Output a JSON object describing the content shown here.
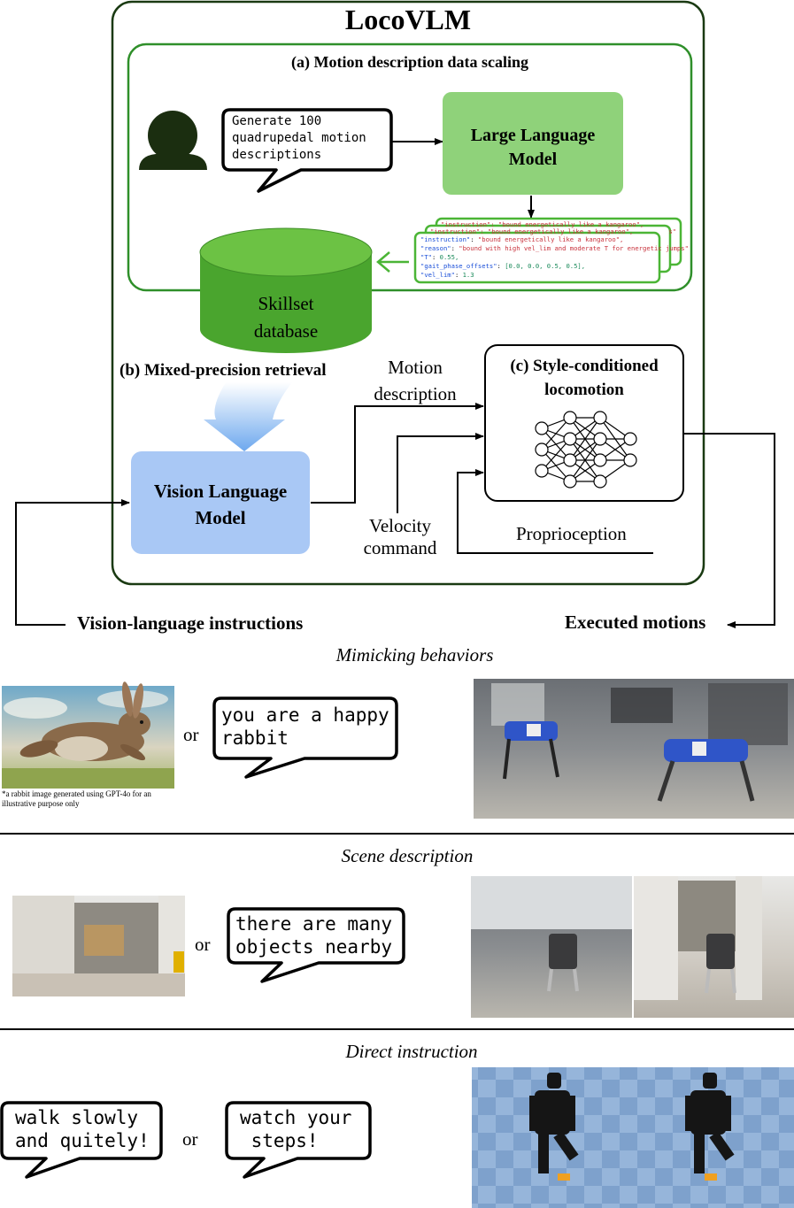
{
  "title": "LocoVLM",
  "section_a": {
    "heading": "(a) Motion description data scaling",
    "prompt_bubble": "Generate 100\nquadrupedal motion\ndescriptions",
    "llm_label": "Large Language\nModel",
    "json_back1": "\"instruction\": \"bound energetically like a kangaroo\",",
    "json_back2": "\"instruction\": \"bound energetically like a kangaroo\",",
    "json_back2_suffix": "s\"",
    "json_lines": {
      "instruction_key": "\"instruction\"",
      "instruction_val": "\"bound energetically like a kangaroo\",",
      "reason_key": "\"reason\"",
      "reason_val": "\"bound with high vel_lim and moderate T for energetic jumps\"",
      "t_key": "\"T\"",
      "t_val": "0.55,",
      "gait_key": "\"gait_phase_offsets\"",
      "gait_val": "[0.0, 0.0, 0.5, 0.5],",
      "vel_key": "\"vel_lim\"",
      "vel_val": "1.3"
    },
    "database_label": "Skillset\ndatabase"
  },
  "section_b": {
    "heading": "(b) Mixed-precision retrieval",
    "vlm_label": "Vision Language\nModel"
  },
  "section_c": {
    "heading": "(c) Style-conditioned\nlocomotion"
  },
  "labels": {
    "motion_description": "Motion\ndescription",
    "velocity_command": "Velocity\ncommand",
    "proprioception": "Proprioception",
    "vision_language_instructions": "Vision-language instructions",
    "executed_motions": "Executed motions"
  },
  "examples": {
    "mimicking": {
      "heading": "Mimicking behaviors",
      "or": "or",
      "bubble": "you are a happy\nrabbit",
      "caption": "*a rabbit image generated using GPT-4o for an\nillustrative purpose only"
    },
    "scene": {
      "heading": "Scene description",
      "or": "or",
      "bubble": "there are many\nobjects nearby"
    },
    "direct": {
      "heading": "Direct instruction",
      "or": "or",
      "bubble1": "walk slowly\nand quitely!",
      "bubble2": "watch your\n steps!"
    }
  },
  "colors": {
    "outer_frame": "#1a3a12",
    "green_frame": "#2f8f2a",
    "llm_fill": "#8fd27a",
    "db_fill": "#4aa52e",
    "vlm_fill": "#a9c8f5"
  }
}
